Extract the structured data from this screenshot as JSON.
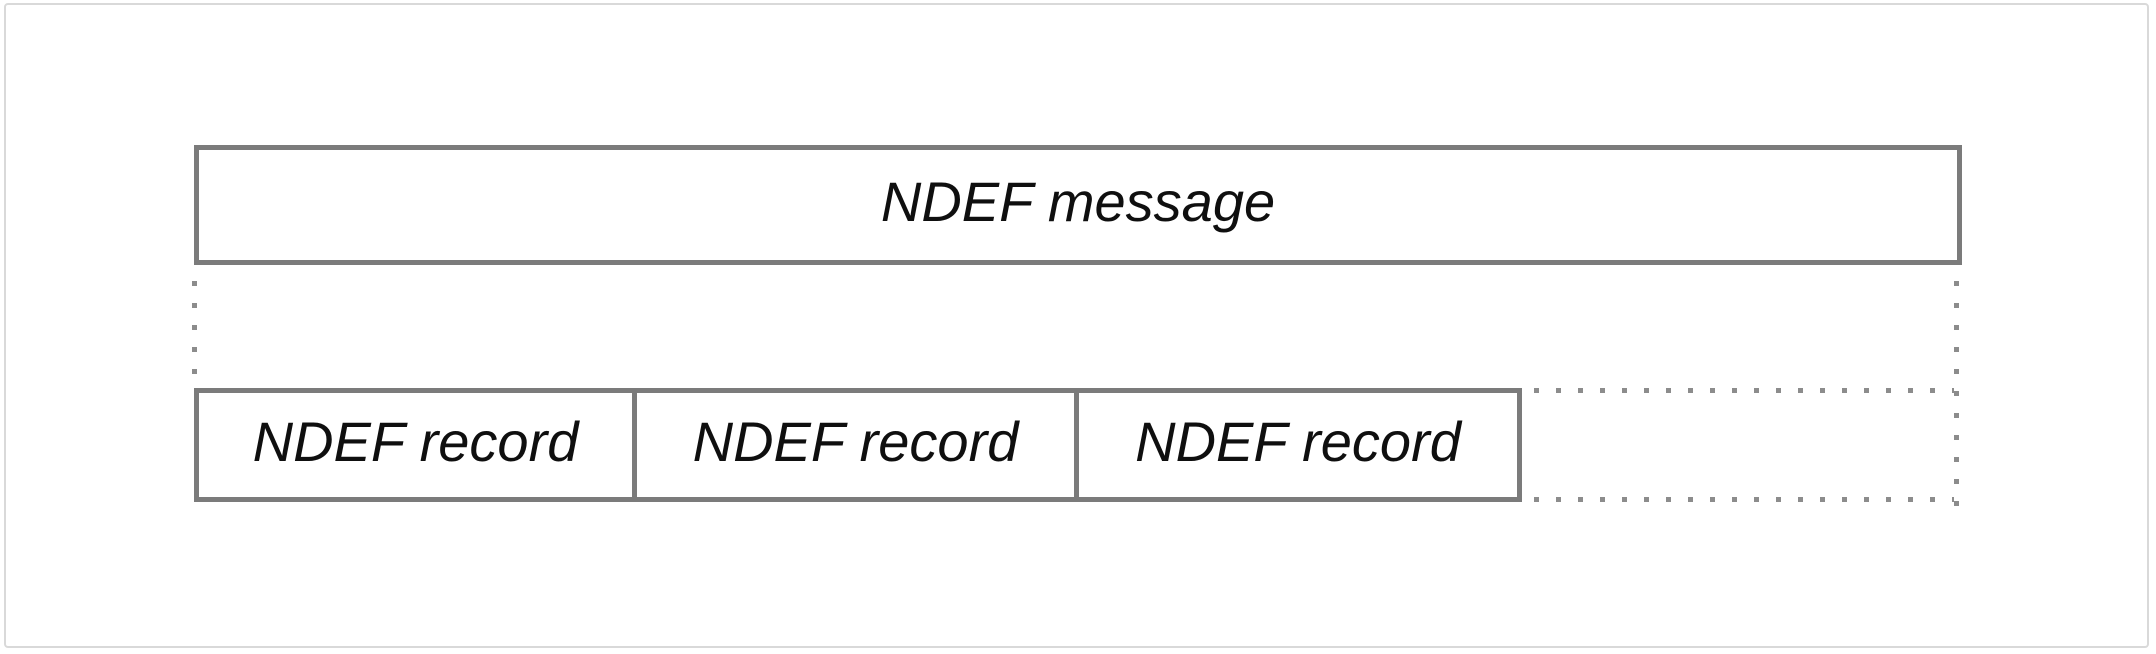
{
  "diagram": {
    "message_box": {
      "label": "NDEF message"
    },
    "record_boxes": [
      {
        "label": "NDEF record"
      },
      {
        "label": "NDEF record"
      },
      {
        "label": "NDEF record"
      }
    ],
    "continuation": {
      "style": "dotted-outline",
      "meaning": "additional records elided"
    },
    "colors": {
      "background": "#ffffff",
      "frame_border": "#d9d9d9",
      "solid_border": "#7b7b7b",
      "dotted_line": "#8c8c8c",
      "label_text": "#0f0f0f"
    }
  }
}
